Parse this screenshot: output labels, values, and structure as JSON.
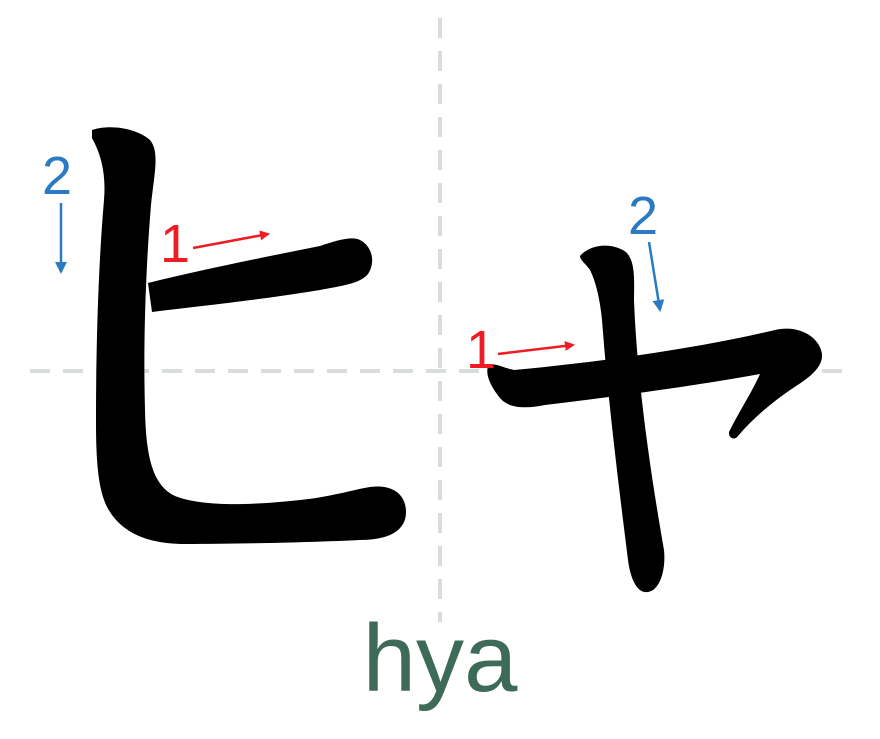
{
  "romaji": "hya",
  "colors": {
    "guide_lines": "#d9dcdc",
    "stroke_ink": "#000000",
    "stroke_1_marker": "#ee1c24",
    "stroke_2_marker": "#2a7bc4",
    "romaji_text": "#3d6b58"
  },
  "characters": [
    {
      "kana": "ヒ",
      "stroke_count": 2,
      "stroke_order": [
        {
          "number": "1",
          "direction": "right"
        },
        {
          "number": "2",
          "direction": "down"
        }
      ]
    },
    {
      "kana": "ャ",
      "stroke_count": 2,
      "stroke_order": [
        {
          "number": "1",
          "direction": "right"
        },
        {
          "number": "2",
          "direction": "down"
        }
      ]
    }
  ]
}
